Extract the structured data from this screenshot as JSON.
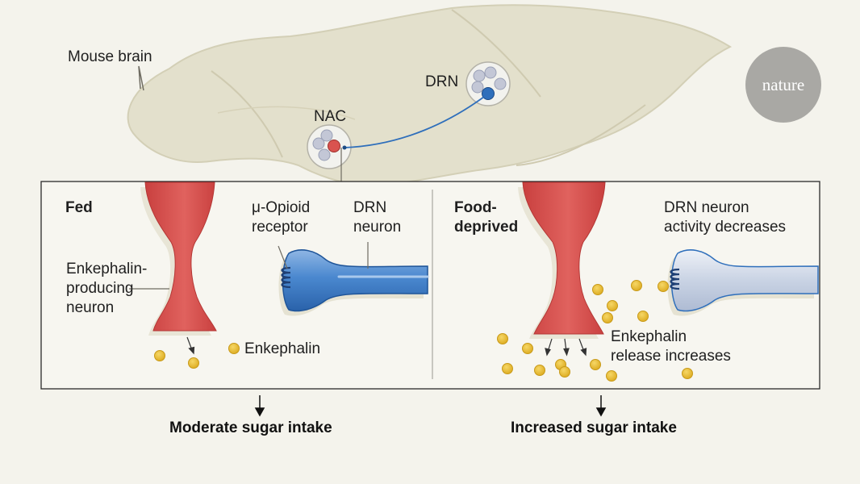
{
  "brain": {
    "label": "Mouse brain",
    "nac_label": "NAC",
    "drn_label": "DRN"
  },
  "logo": {
    "text": "nature"
  },
  "fed_panel": {
    "title": "Fed",
    "enkephalin_neuron_label": [
      "Enkephalin-",
      "producing",
      "neuron"
    ],
    "receptor_label": [
      "μ-Opioid",
      "receptor"
    ],
    "drn_neuron_label": [
      "DRN",
      "neuron"
    ],
    "enkephalin_label": "Enkephalin",
    "outcome": "Moderate sugar intake"
  },
  "deprived_panel": {
    "title": [
      "Food-",
      "deprived"
    ],
    "drn_activity_label": [
      "DRN neuron",
      "activity decreases"
    ],
    "release_label": [
      "Enkephalin",
      "release increases"
    ],
    "outcome": "Increased sugar intake"
  },
  "colors": {
    "enkephalin_neuron": "#d9534f",
    "drn_neuron_fed": "#2f6fbb",
    "drn_neuron_deprived": "#b9c6dc",
    "enkephalin": "#e8b92c",
    "brain": "#e3e0cc",
    "background": "#f4f3ec"
  }
}
